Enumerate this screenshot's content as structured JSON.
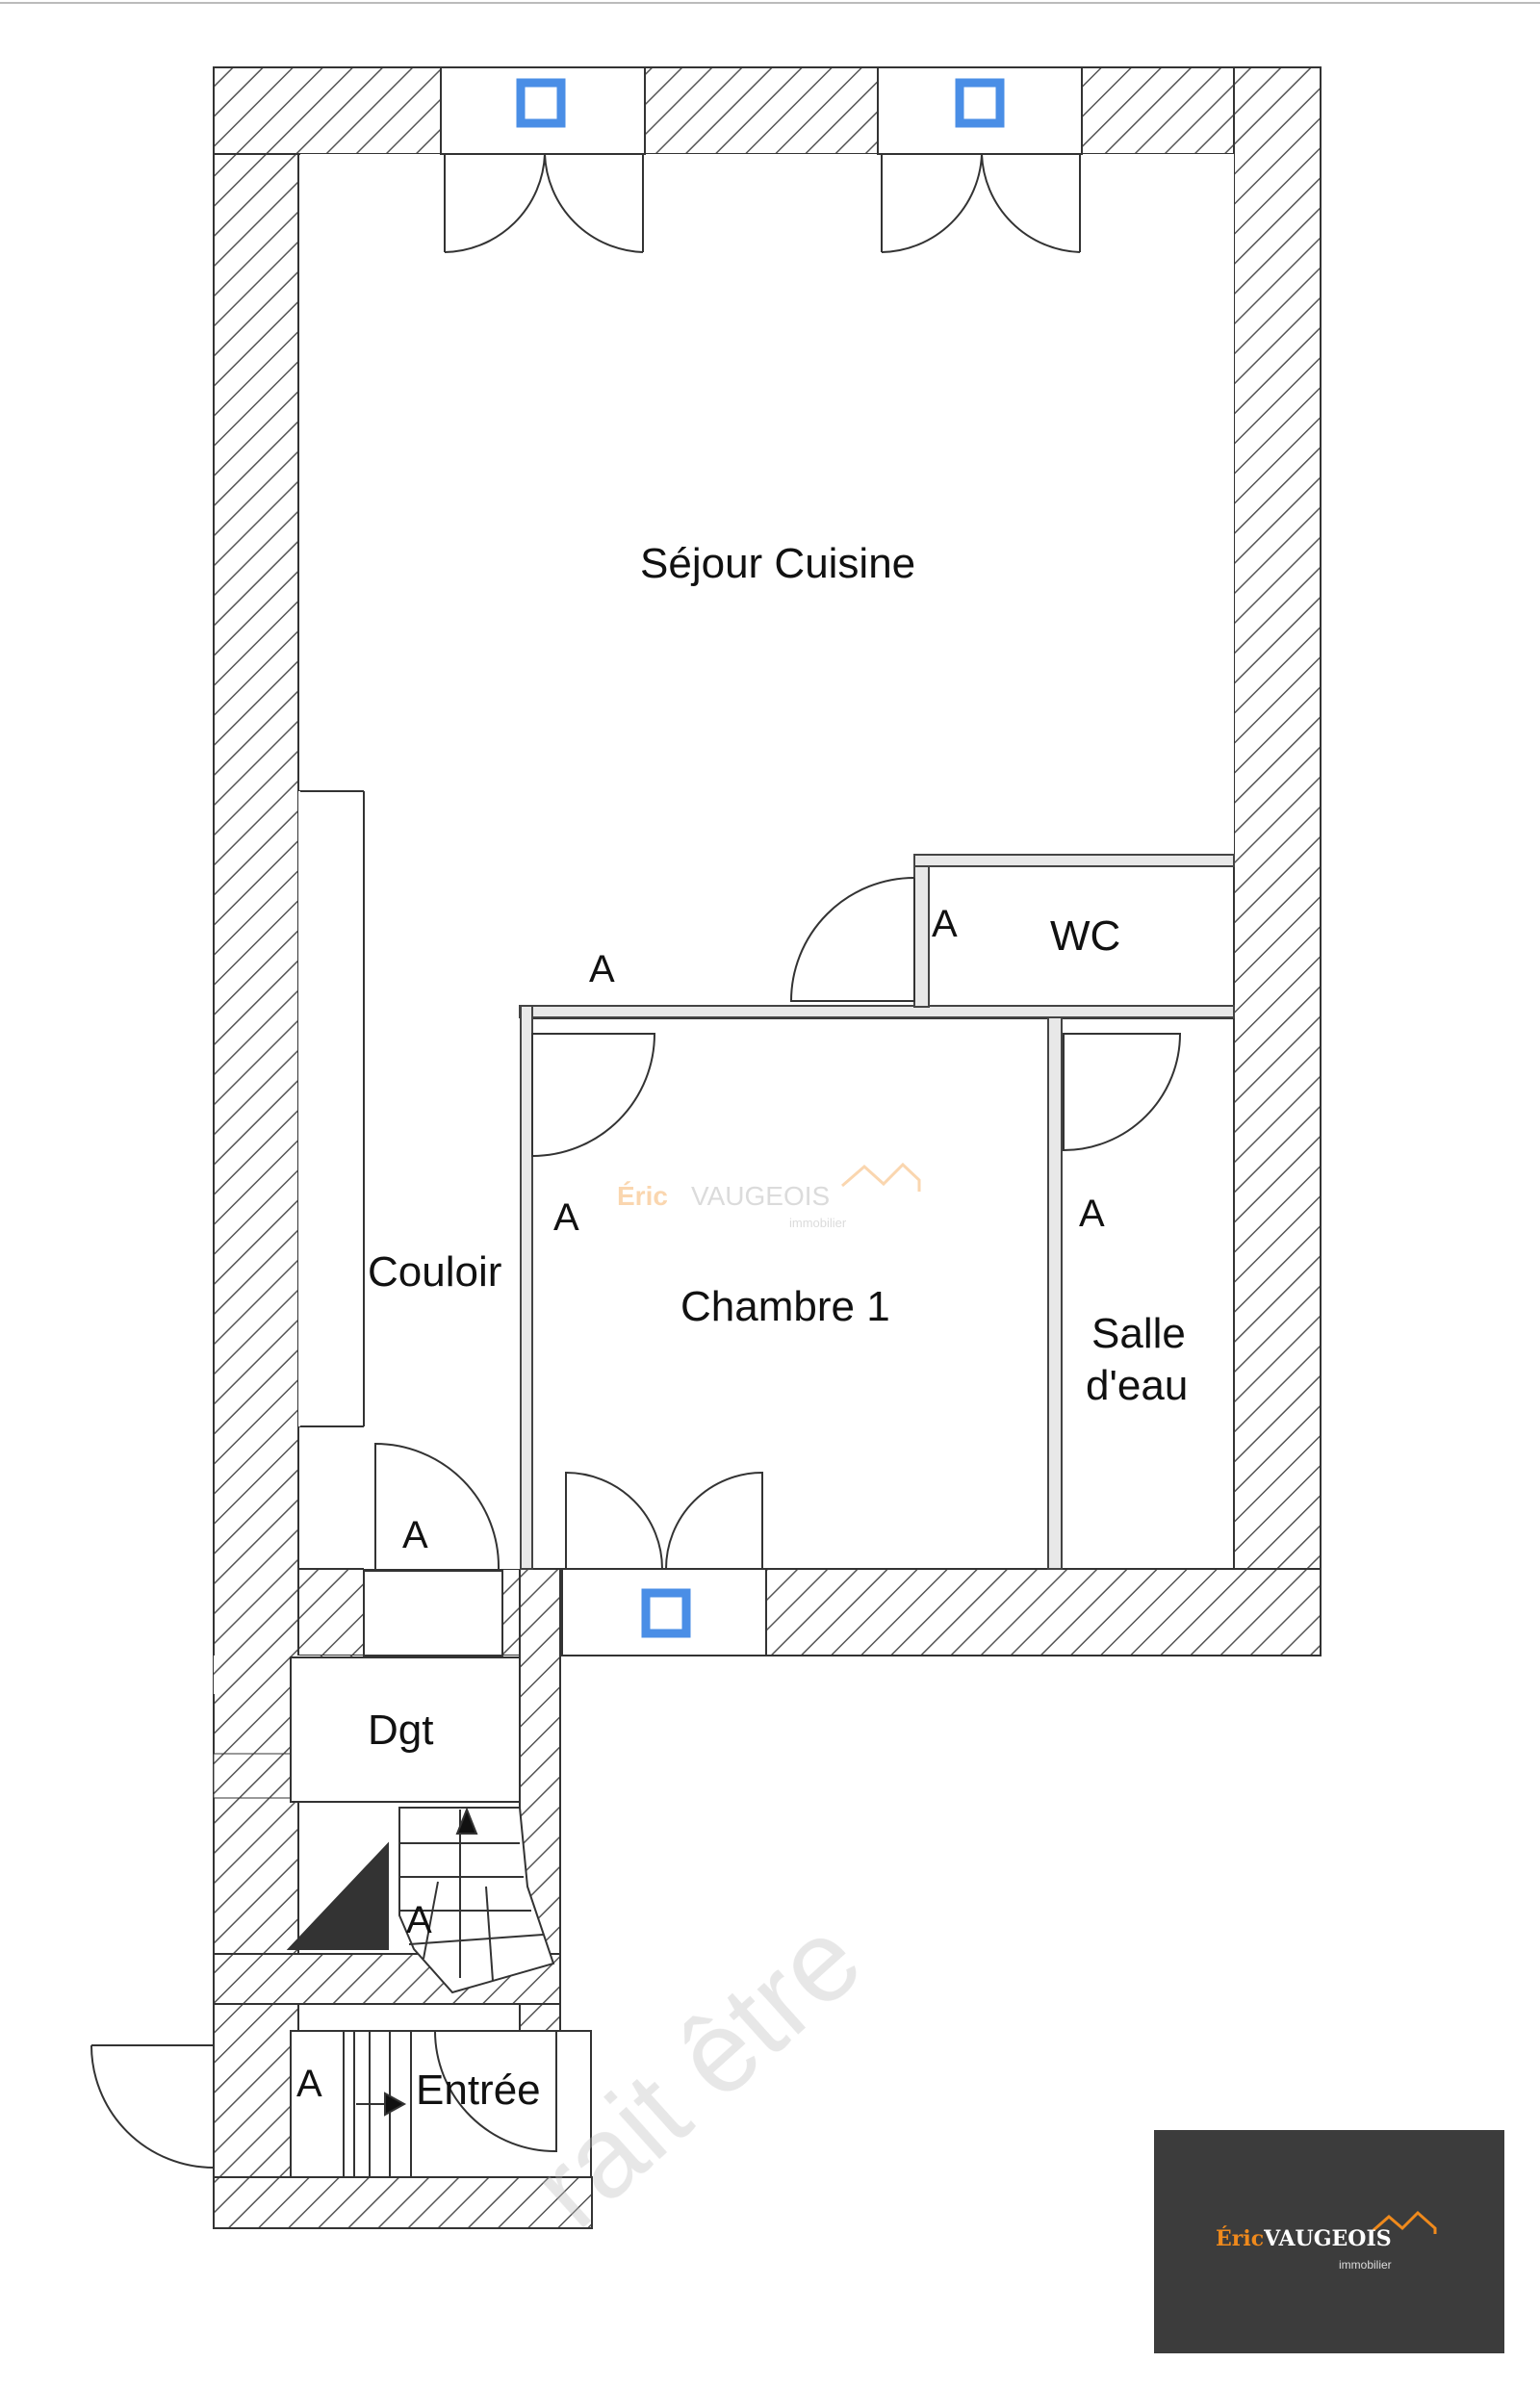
{
  "plan": {
    "rooms": {
      "sejour": "Séjour Cuisine",
      "wc": "WC",
      "chambre1": "Chambre 1",
      "salle_line1": "Salle",
      "salle_line2": "d'eau",
      "couloir": "Couloir",
      "dgt": "Dgt",
      "entree": "Entrée"
    },
    "door_tag": "A"
  },
  "watermark": {
    "brand_first": "Éric",
    "brand_last": "VAUGEOIS",
    "sub": "immobilier",
    "diagonal_text": "rait être"
  },
  "logo": {
    "brand_first": "Éric",
    "brand_last": "VAUGEOIS",
    "sub": "immobilier"
  },
  "colors": {
    "wall_hatch": "#555555",
    "window_marker": "#4a8ee6",
    "logo_bg": "#3c3c3c",
    "logo_accent": "#f08a1c",
    "stair_triangle": "#333333"
  }
}
